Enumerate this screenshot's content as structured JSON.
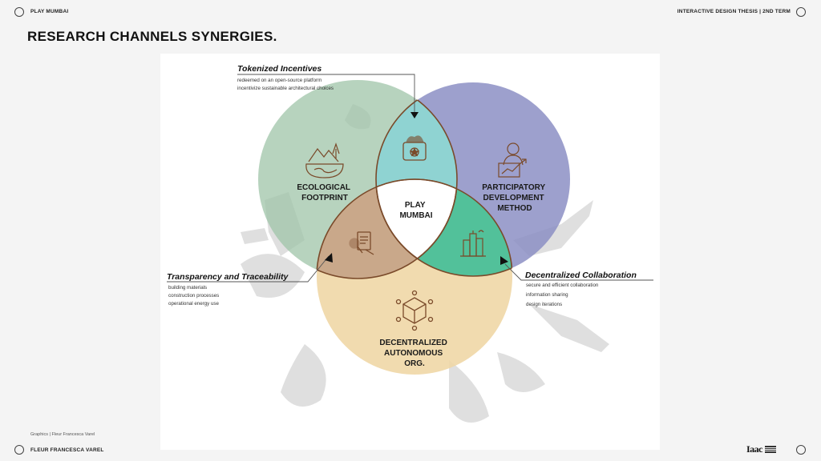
{
  "header": {
    "left_label": "PLAY MUMBAI",
    "right_label": "INTERACTIVE DESIGN THESIS | 2ND TERM"
  },
  "footer": {
    "author": "FLEUR FRANCESCA VAREL",
    "credit": "Graphics | Fleur Francesca Varel",
    "logo_text": "Iaac"
  },
  "page": {
    "title": "RESEARCH CHANNELS SYNERGIES."
  },
  "diagram": {
    "center_label": [
      "PLAY",
      "MUMBAI"
    ],
    "circles": {
      "ecological": {
        "lines": [
          "ECOLOGICAL",
          "FOOTPRINT"
        ],
        "color": "#9fc4a8"
      },
      "participatory": {
        "lines": [
          "PARTICIPATORY",
          "DEVELOPMENT",
          "METHOD"
        ],
        "color": "#8c8fc4"
      },
      "dao": {
        "lines": [
          "DECENTRALIZED",
          "AUTONOMOUS",
          "ORG."
        ],
        "color": "#f0d7a6"
      }
    },
    "intersections": {
      "tokenized": {
        "color": "#8fd3d2"
      },
      "transparency": {
        "color": "#c9a88a"
      },
      "collaboration": {
        "color": "#52c19a"
      }
    },
    "callouts": {
      "tokenized": {
        "title": "Tokenized Incentives",
        "lines": [
          "redeemed on an open-source platform",
          "incentivize sustainable architectural choices"
        ]
      },
      "transparency": {
        "title": "Transparency and Traceability",
        "lines": [
          "building materials",
          "construction processes",
          "operational energy use"
        ]
      },
      "collaboration": {
        "title": "Decentralized Collaboration",
        "lines": [
          "secure and efficient collaboration",
          "information sharing",
          "design iterations"
        ]
      }
    },
    "outline_color": "#7a4a2a",
    "icon_color": "#7a4a2a"
  }
}
